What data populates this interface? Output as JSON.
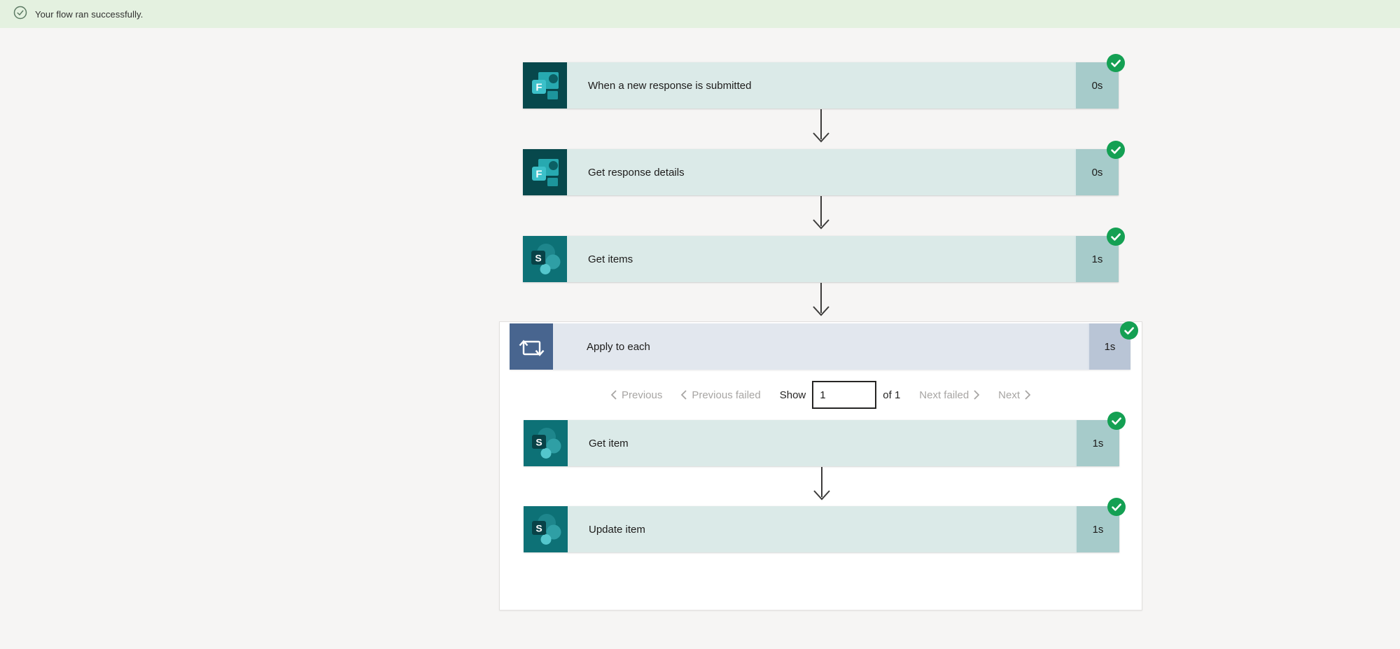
{
  "banner": {
    "message": "Your flow ran successfully.",
    "icon": "check-circle-icon"
  },
  "colors": {
    "banner_bg": "#e4f1e0",
    "success_badge": "#14a053",
    "forms_brand": "#07484c",
    "sharepoint_brand": "#0d7176",
    "loop_header_icon": "#48658f",
    "step_body": "#dbeae8",
    "step_duration_band": "#a6cbca",
    "loop_body": "#e2e7ee",
    "loop_duration_band": "#b9c5d6"
  },
  "flow": {
    "steps": [
      {
        "title": "When a new response is submitted",
        "connector": "forms",
        "duration": "0s",
        "status": "succeeded"
      },
      {
        "title": "Get response details",
        "connector": "forms",
        "duration": "0s",
        "status": "succeeded"
      },
      {
        "title": "Get items",
        "connector": "sharepoint",
        "duration": "1s",
        "status": "succeeded"
      }
    ],
    "loop": {
      "title": "Apply to each",
      "connector": "control",
      "duration": "1s",
      "status": "succeeded",
      "pagination": {
        "previous": "Previous",
        "previous_failed": "Previous failed",
        "show_label": "Show",
        "current_value": "1",
        "of_label": "of 1",
        "next_failed": "Next failed",
        "next": "Next"
      },
      "steps": [
        {
          "title": "Get item",
          "connector": "sharepoint",
          "duration": "1s",
          "status": "succeeded"
        },
        {
          "title": "Update item",
          "connector": "sharepoint",
          "duration": "1s",
          "status": "succeeded"
        }
      ]
    }
  }
}
